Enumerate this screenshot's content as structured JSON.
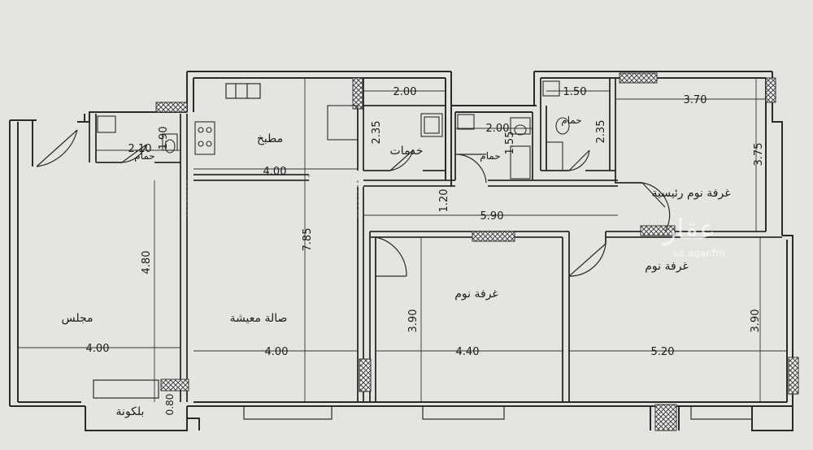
{
  "colors": {
    "paper": "#e4e4e1",
    "wall": "#2a2a2a",
    "line": "#3a3a3a",
    "window_hatch": "#555555",
    "watermark": "#ffffff"
  },
  "rooms": {
    "majlis": "مجلس",
    "living": "صالة معيشة",
    "kitchen": "مطبخ",
    "services": "خدمات",
    "bath1": "حمام",
    "bath2": "حمام",
    "bath3": "حمام",
    "bedroom_middle": "غرفة نوم",
    "bedroom_right": "غرفة نوم",
    "bedroom_master": "غرفة نوم رئيسية",
    "balcony": "بلكونة"
  },
  "dimensions": {
    "bath1_w": "2.10",
    "bath1_h": "1.90",
    "kitchen_w": "4.00",
    "services_w": "2.00",
    "services_h": "2.35",
    "bath2_w": "2.00",
    "bath2_h": "1.55",
    "bath3_w": "1.50",
    "bath3_h": "2.35",
    "master_w": "3.70",
    "master_h": "3.75",
    "corridor_h": "1.20",
    "corridor_w": "5.90",
    "majlis_h": "4.80",
    "majlis_w": "4.00",
    "living_h": "7.85",
    "living_w": "4.00",
    "bed_mid_w": "4.40",
    "bed_mid_h": "3.90",
    "bed_right_w": "5.20",
    "bed_right_h": "3.90",
    "balcony_h": "0.80"
  },
  "watermark": {
    "logo": "عقار",
    "site": "sa.aqar.fm"
  }
}
